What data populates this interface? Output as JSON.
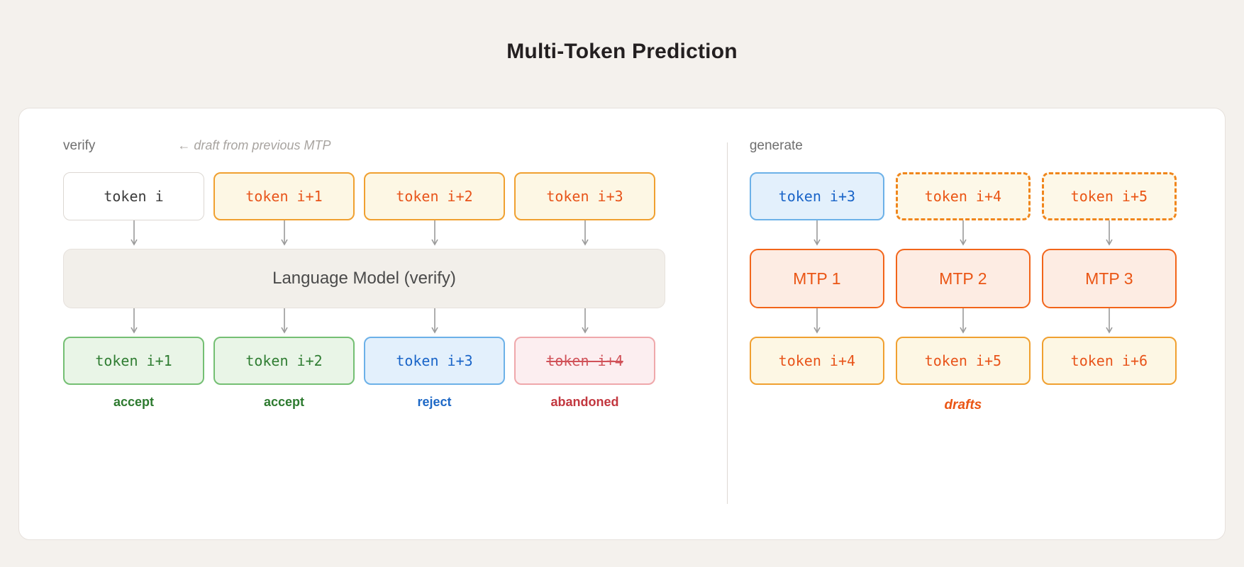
{
  "title": "Multi-Token Prediction",
  "colors": {
    "background": "#f4f1ed",
    "card": "#ffffff",
    "orange": "#ea5514",
    "orange_border": "#f0a030",
    "mtp_border": "#f2651a",
    "green": "#2d7a2f",
    "green_border": "#74bf73",
    "blue": "#1964c8",
    "blue_border": "#6cb1e8",
    "red": "#c2373f",
    "red_border": "#efa8ab",
    "muted": "#6f6f6f"
  },
  "verify": {
    "section_label": "verify",
    "section_note": "← draft from previous MTP",
    "input_tokens": [
      {
        "text": "token i",
        "style": "plain"
      },
      {
        "text": "token i+1",
        "style": "draft"
      },
      {
        "text": "token i+2",
        "style": "draft"
      },
      {
        "text": "token i+3",
        "style": "draft"
      }
    ],
    "model_label": "Language Model (verify)",
    "output_tokens": [
      {
        "text": "token i+1",
        "style": "accept",
        "status": "accept",
        "status_style": "accept"
      },
      {
        "text": "token i+2",
        "style": "accept",
        "status": "accept",
        "status_style": "accept"
      },
      {
        "text": "token i+3",
        "style": "blue",
        "status": "reject",
        "status_style": "reject"
      },
      {
        "text": "token i+4",
        "style": "reject",
        "status": "abandoned",
        "status_style": "abandoned"
      }
    ]
  },
  "generate": {
    "section_label": "generate",
    "input_tokens": [
      {
        "text": "token i+3",
        "style": "blue"
      },
      {
        "text": "token i+4",
        "style": "dashed"
      },
      {
        "text": "token i+5",
        "style": "dashed"
      }
    ],
    "heads": [
      {
        "text": "MTP 1"
      },
      {
        "text": "MTP 2"
      },
      {
        "text": "MTP 3"
      }
    ],
    "output_tokens": [
      {
        "text": "token i+4",
        "style": "draft"
      },
      {
        "text": "token i+5",
        "style": "draft"
      },
      {
        "text": "token i+6",
        "style": "draft"
      }
    ],
    "drafts_label": "drafts"
  }
}
